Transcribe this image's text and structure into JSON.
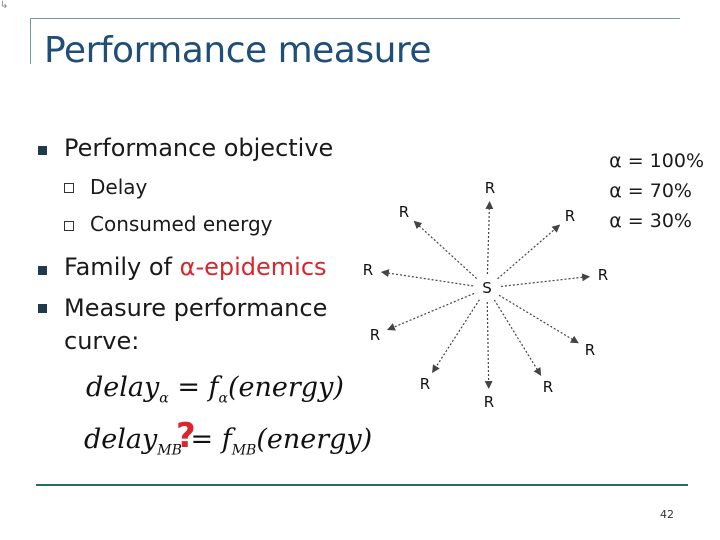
{
  "slide": {
    "title": "Performance measure",
    "page_number": "42"
  },
  "bullets": [
    {
      "text": "Performance objective"
    },
    {
      "text_pre": "Family of ",
      "text_highlight": "α-epidemics"
    },
    {
      "text": "Measure performance curve:",
      "line1": "Measure performance",
      "line2": "curve:"
    }
  ],
  "sub_bullets": [
    "Delay",
    "Consumed energy"
  ],
  "formula1": {
    "lhs": "delay",
    "lhs_sub": "α",
    "eq": "=",
    "fn": "f",
    "fn_sub": "α",
    "arg": "(energy)"
  },
  "formula2": {
    "lhs": "delay",
    "lhs_sub": "MB",
    "eq": "=",
    "question": "?",
    "fn": "f",
    "fn_sub": "MB",
    "arg": "(energy)"
  },
  "alpha_legend": [
    "α = 100%",
    "α = 70%",
    "α = 30%"
  ],
  "diagram": {
    "center_label": "S",
    "node_label": "R",
    "arrow_color": "#444444"
  },
  "colors": {
    "title": "#1f4e79",
    "highlight": "#d9262c",
    "rule": "#2c6a6a"
  }
}
